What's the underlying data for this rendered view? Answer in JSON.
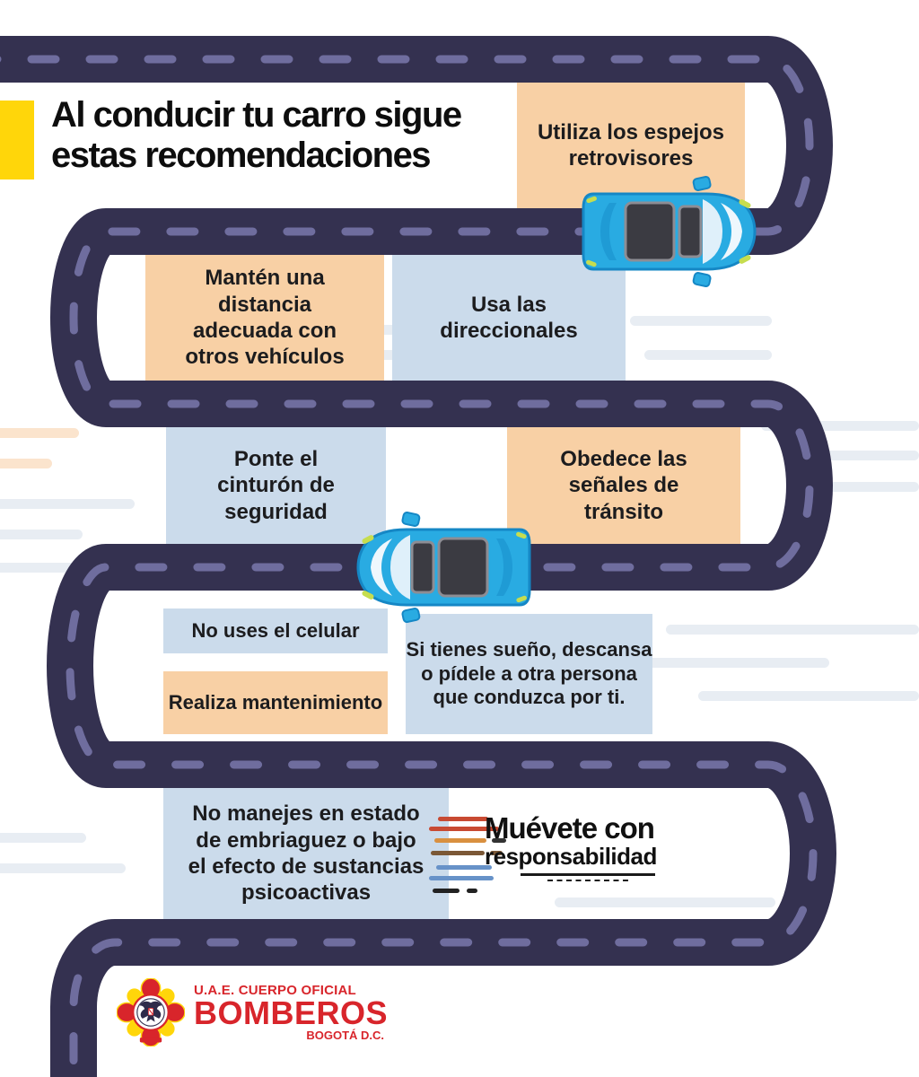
{
  "title": {
    "text": "Al conducir tu carro sigue\nestas recomendaciones"
  },
  "recommendations": [
    {
      "id": "utiliza-espejos",
      "text": "Utiliza los espejos\nretrovisores",
      "color": "orange"
    },
    {
      "id": "manten-distancia",
      "text": "Mantén una\ndistancia\nadecuada con\notros vehículos",
      "color": "orange"
    },
    {
      "id": "usa-direccionales",
      "text": "Usa las\ndireccionales",
      "color": "blue"
    },
    {
      "id": "ponte-cinturon",
      "text": "Ponte el\ncinturón de\nseguridad",
      "color": "blue"
    },
    {
      "id": "obedece-senales",
      "text": "Obedece las\nseñales de\ntránsito",
      "color": "orange"
    },
    {
      "id": "no-uses-celular",
      "text": "No uses el celular",
      "color": "blue"
    },
    {
      "id": "realiza-mantenimiento",
      "text": "Realiza mantenimiento",
      "color": "orange"
    },
    {
      "id": "si-tienes-sueno",
      "text": "Si tienes sueño, descansa\no pídele a otra persona\nque conduzca por ti.",
      "color": "blue"
    },
    {
      "id": "no-embriaguez",
      "text": "No manejes en estado\nde embriaguez o bajo\nel efecto de sustancias\npsicoactivas",
      "color": "blue"
    }
  ],
  "campaign_logo": {
    "line1": "Muévete con",
    "line2": "responsabilidad"
  },
  "org_logo": {
    "unit": "U.A.E. CUERPO OFICIAL",
    "name": "BOMBEROS",
    "city": "BOGOTÁ D.C."
  },
  "colors": {
    "road": "#343150",
    "road_dash": "#6f6d9e",
    "box_orange": "#f8d0a5",
    "box_blue": "#cbdbeb",
    "accent_yellow": "#ffd60a",
    "car_blue": "#29abe2",
    "logo_red": "#d8252b",
    "text_dark": "#1c1c1e"
  }
}
